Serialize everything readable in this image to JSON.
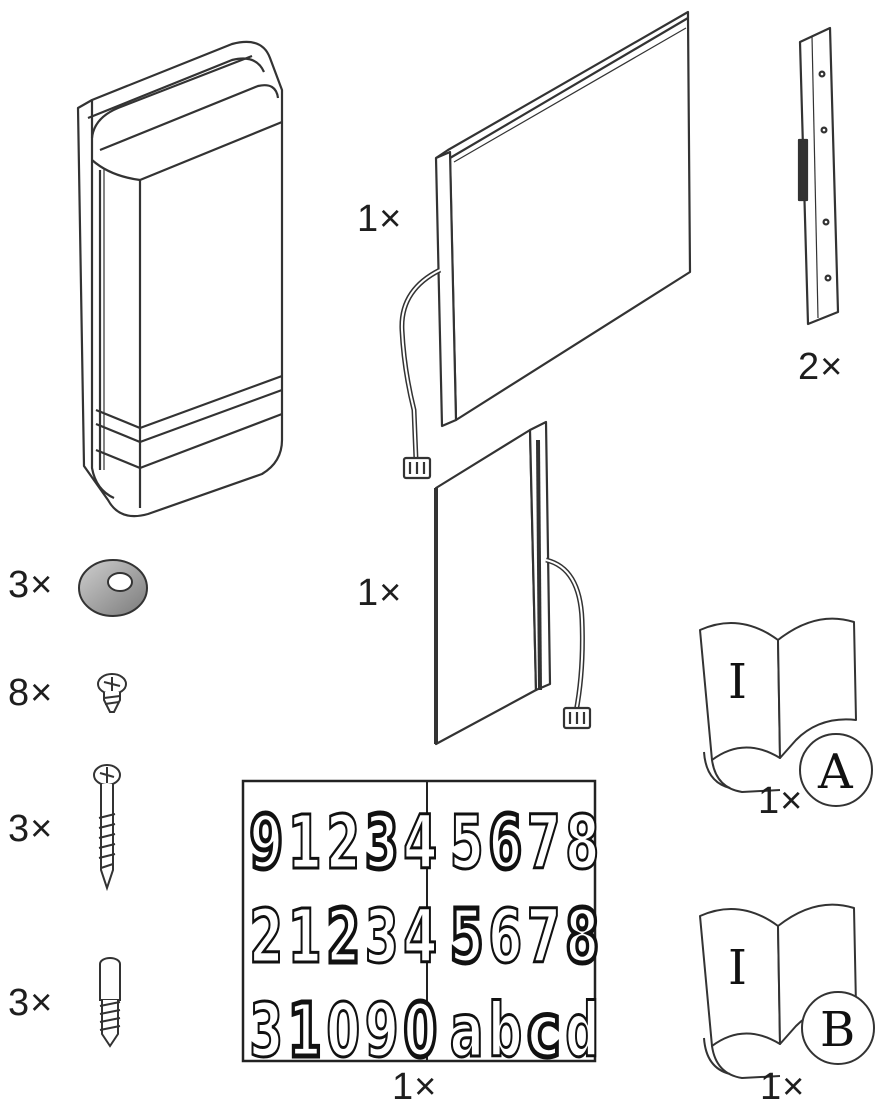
{
  "parts": {
    "display_panel": {
      "qty": "1×"
    },
    "side_bracket": {
      "qty": "2×"
    },
    "light_panel": {
      "qty": "1×"
    },
    "spacer_ring": {
      "qty": "3×"
    },
    "short_screw": {
      "qty": "8×"
    },
    "wood_screw": {
      "qty": "3×"
    },
    "anchor_bolt": {
      "qty": "3×"
    },
    "number_sheet": {
      "qty": "1×",
      "rows": [
        [
          "9",
          "1",
          "2",
          "3",
          "4",
          "5",
          "6",
          "7",
          "8"
        ],
        [
          "2",
          "1",
          "2",
          "3",
          "4",
          "5",
          "6",
          "7",
          "8"
        ],
        [
          "3",
          "1",
          "0",
          "9",
          "0",
          "a",
          "b",
          "c",
          "d"
        ]
      ]
    },
    "manual_a": {
      "qty": "1×",
      "page_mark": "I",
      "badge": "A"
    },
    "manual_b": {
      "qty": "1×",
      "page_mark": "I",
      "badge": "B"
    }
  }
}
